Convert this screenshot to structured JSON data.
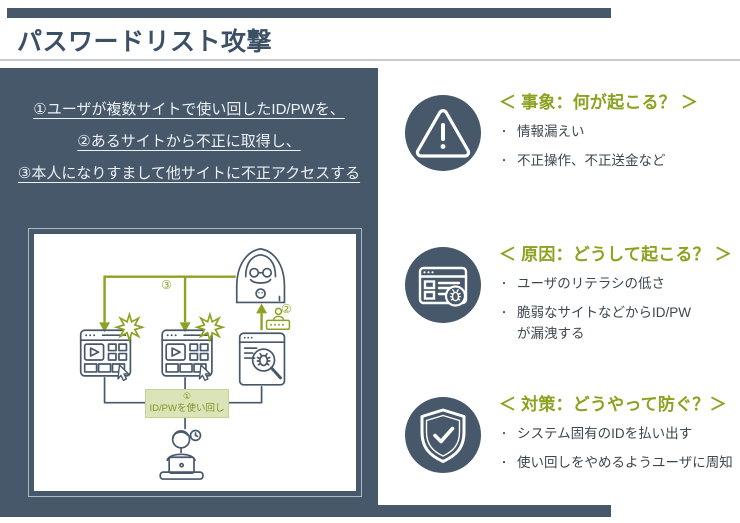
{
  "page_title": "パスワードリスト攻撃",
  "ui": {
    "bullet_char": "・"
  },
  "colors": {
    "slate": "#46586A",
    "olive": "#8CA221",
    "title_text": "#3B5064",
    "reuse_box_bg": "#DBE4B8",
    "bullet_text": "#3D4750"
  },
  "attack_flow": {
    "steps": [
      "①ユーザが複数サイトで使い回したID/PWを、",
      "②あるサイトから不正に取得し、",
      "③本人になりすまして他サイトに不正アクセスする"
    ],
    "diagram": {
      "step3_label": "③",
      "step2_label": "②",
      "reuse_number": "①",
      "reuse_label": "ID/PWを使い回し",
      "icons": [
        "hacker-icon",
        "browser-site-icon",
        "browser-site-icon",
        "compromised-site-icon",
        "credentials-icon",
        "user-at-laptop-icon",
        "burst-icon"
      ]
    }
  },
  "sections": [
    {
      "heading": "＜ 事象：何が起こる？ ＞",
      "icon": "warning-triangle-icon",
      "bullets": [
        "情報漏えい",
        "不正操作、不正送金など"
      ]
    },
    {
      "heading": "＜ 原因：どうして起こる？ ＞",
      "icon": "browser-bug-icon",
      "bullets": [
        "ユーザのリテラシの低さ",
        "脆弱なサイトなどからID/PWが漏洩する"
      ]
    },
    {
      "heading": "＜ 対策：どうやって防ぐ？＞",
      "icon": "shield-check-icon",
      "bullets": [
        "システム固有のIDを払い出す",
        "使い回しをやめるようユーザに周知"
      ]
    }
  ]
}
